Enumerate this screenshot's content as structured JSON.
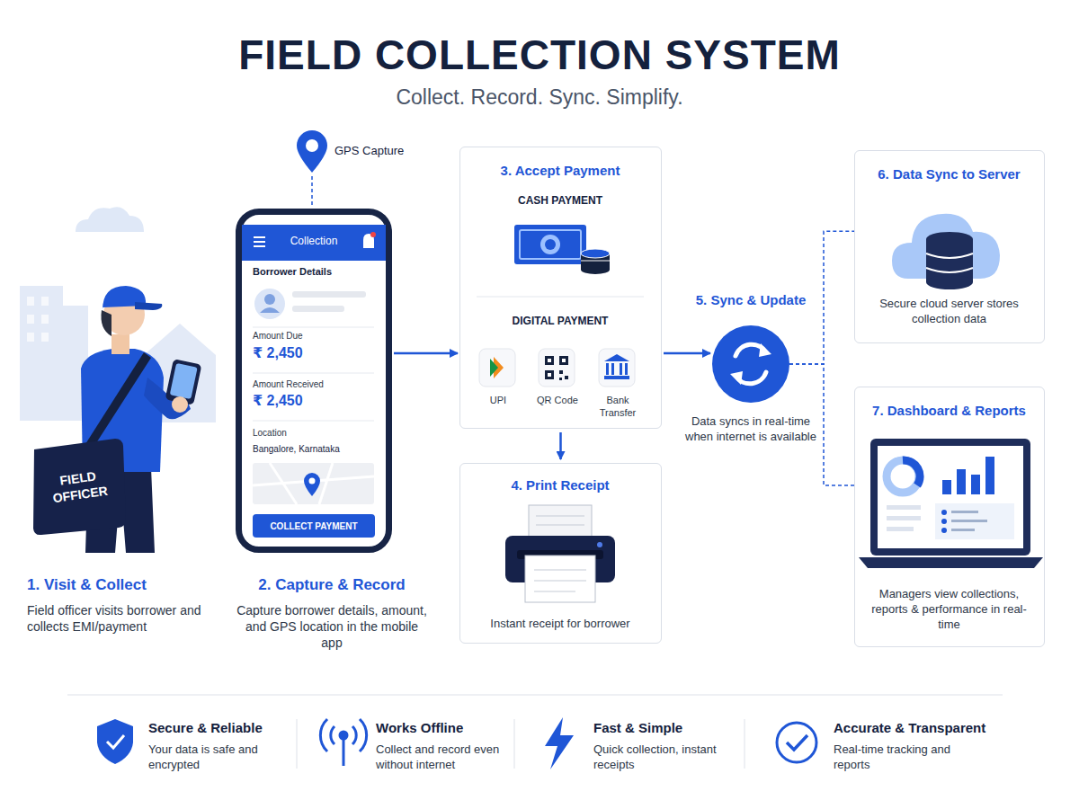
{
  "diagram": {
    "title": "FIELD COLLECTION SYSTEM",
    "caption": "Collect. Record. Sync. Simplify.",
    "nodes": [
      {
        "text": [
          "Collection",
          "Borrower Details",
          "Amount Due",
          "₹ 2,450",
          "Amount Received",
          "₹ 2,450",
          "Location",
          "Bangalore, Karnataka"
        ]
      },
      {
        "text": [
          "COLLECT PAYMENT"
        ],
        "in": 0
      },
      {
        "text": [
          "3. Accept Payment",
          "CASH PAYMENT",
          "DIGITAL PAYMENT",
          "UPI",
          "QR Code",
          "Bank Transfer"
        ]
      },
      {
        "text": [
          "4. Print Receipt",
          "Instant receipt for borrower"
        ]
      },
      {
        "text": [
          "5. Sync & Update",
          "Data syncs in real-time when internet is available"
        ]
      },
      {
        "text": [
          "6. Data Sync to Server",
          "Secure cloud server stores collection data"
        ]
      },
      {
        "text": [
          "7. Dashboard & Reports",
          "Managers view collections, reports & performance in real-time"
        ]
      }
    ],
    "edges": [
      {
        "from": 0,
        "to": 2,
        "arrow": "to"
      },
      {
        "from": 2,
        "to": 3,
        "arrow": "to"
      },
      {
        "from": 2,
        "to": 4,
        "arrow": "to"
      },
      {
        "from": 4,
        "to": 5,
        "arrow": "none"
      },
      {
        "from": 4,
        "to": 6,
        "arrow": "none"
      }
    ],
    "labels": [
      "GPS Capture",
      "FIELD OFFICER",
      "1. Visit & Collect",
      "Field officer visits borrower and collects EMI/payment",
      "2. Capture & Record",
      "Capture borrower details, amount, and GPS location in the mobile app",
      "Secure & Reliable",
      "Your data is safe and encrypted",
      "Works Offline",
      "Collect and record even without internet",
      "Fast & Simple",
      "Quick collection, instant receipts",
      "Accurate & Transparent",
      "Real-time tracking and reports"
    ]
  }
}
